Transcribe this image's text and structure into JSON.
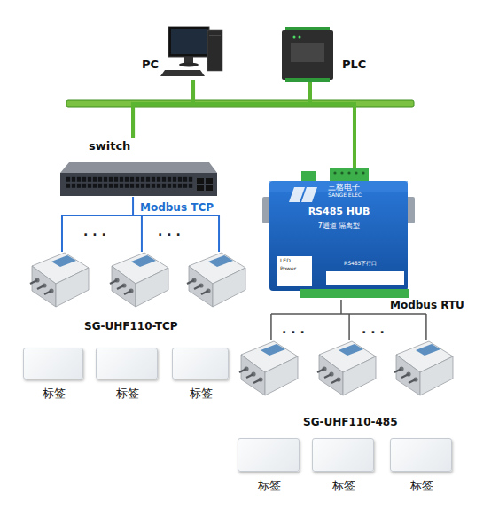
{
  "diagram": {
    "nodes": [
      {
        "text": [
          "PC"
        ]
      },
      {
        "text": [
          "PLC"
        ]
      },
      {
        "text": [
          "switch"
        ]
      },
      {
        "text": [
          "RS485 HUB",
          "三格电子",
          "SANGE ELEC",
          "7通道 隔离型",
          "LED",
          "Power",
          "RS485下行口"
        ]
      },
      {
        "text": [
          "SG-UHF110-TCP"
        ]
      },
      {
        "text": [
          "SG-UHF110-485"
        ]
      },
      {
        "text": [
          "标签"
        ]
      },
      {
        "text": [
          "标签"
        ]
      },
      {
        "text": [
          "标签"
        ]
      },
      {
        "text": [
          "标签"
        ]
      },
      {
        "text": [
          "标签"
        ]
      },
      {
        "text": [
          "标签"
        ]
      }
    ],
    "edges": [
      {
        "from": 0,
        "to": 2,
        "arrow": "none"
      },
      {
        "from": 0,
        "to": 3,
        "arrow": "none"
      },
      {
        "from": 1,
        "to": 2,
        "arrow": "none"
      },
      {
        "from": 1,
        "to": 3,
        "arrow": "none"
      },
      {
        "from": 2,
        "to": 4,
        "label": "Modbus TCP",
        "arrow": "none"
      },
      {
        "from": 3,
        "to": 5,
        "label": "Modbus RTU",
        "arrow": "none"
      }
    ],
    "labels": [
      "· · ·",
      "· · ·",
      "· · ·",
      "· · ·"
    ]
  }
}
